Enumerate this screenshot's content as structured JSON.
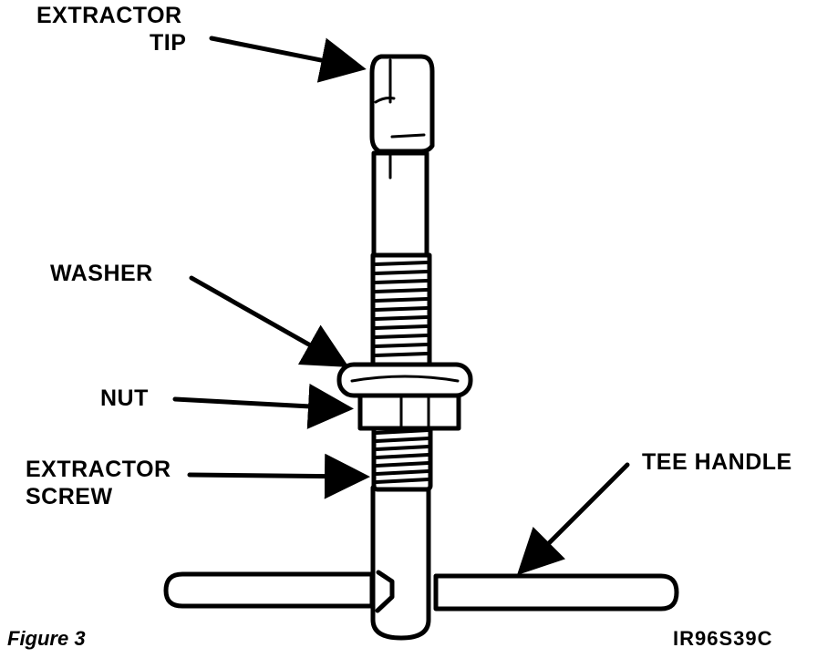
{
  "labels": {
    "extractor_tip": [
      "EXTRACTOR",
      "TIP"
    ],
    "washer": "WASHER",
    "nut": "NUT",
    "extractor_screw": [
      "EXTRACTOR",
      "SCREW"
    ],
    "tee_handle": "TEE HANDLE"
  },
  "figure_caption": "Figure 3",
  "figure_code": "IR96S39C"
}
